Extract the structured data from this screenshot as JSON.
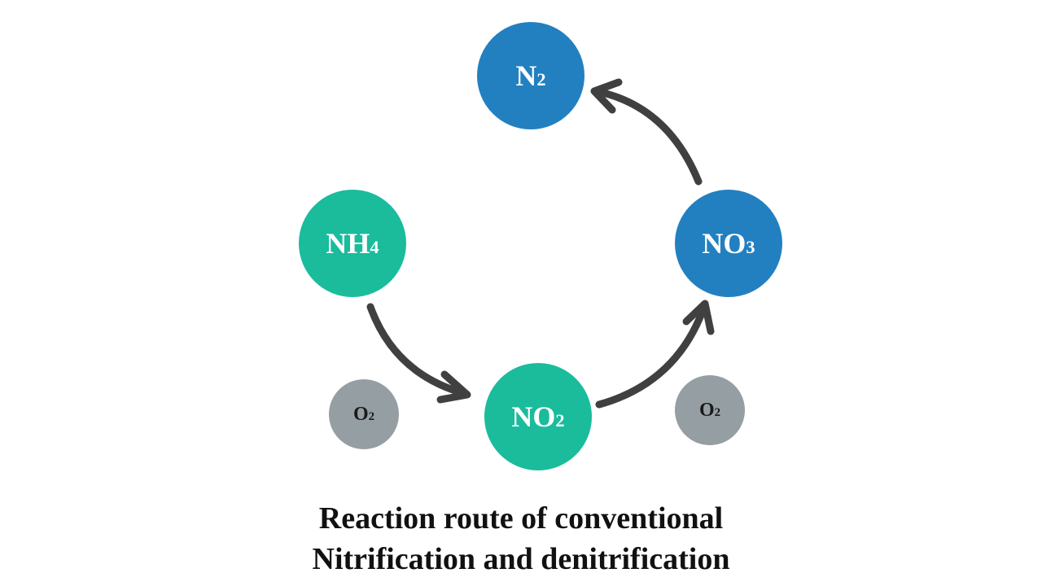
{
  "colors": {
    "green": "#1abc9c",
    "blue": "#2280c0",
    "gray": "#959ea3",
    "arrow": "#404040"
  },
  "nodes": {
    "n2": {
      "base": "N",
      "sub": "2"
    },
    "nh4": {
      "base": "NH",
      "sub": "4"
    },
    "no3": {
      "base": "NO",
      "sub": "3"
    },
    "no2": {
      "base": "NO",
      "sub": "2"
    },
    "o2_left": {
      "base": "O",
      "sub": "2"
    },
    "o2_right": {
      "base": "O",
      "sub": "2"
    }
  },
  "caption": {
    "line1": "Reaction route of conventional",
    "line2": "Nitrification and denitrification"
  }
}
